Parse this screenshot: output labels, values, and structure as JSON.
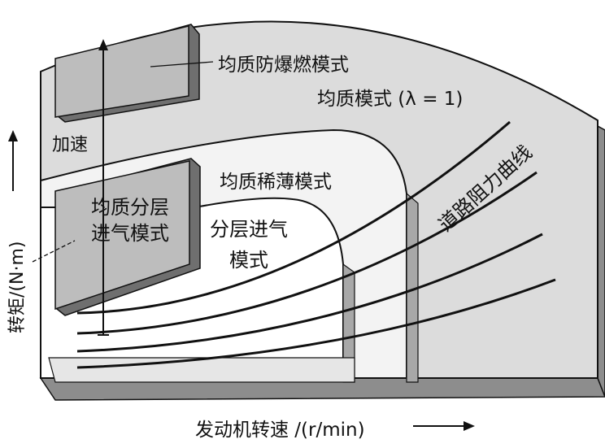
{
  "axes": {
    "x_label": "发动机转速 /(r/min)",
    "y_label": "转矩/(N·m)"
  },
  "regions": {
    "homogeneous_antiknock": "均质防爆燃模式",
    "homogeneous_lambda1": "均质模式 (λ = 1)",
    "homogeneous_lean": "均质稀薄模式",
    "stratified_part1": "分层进气",
    "stratified_part2": "模式",
    "homog_stratified_line1": "均质分层",
    "homog_stratified_line2": "进气模式"
  },
  "annotations": {
    "acceleration": "加速",
    "road_resistance": "道路阻力曲线"
  },
  "colors": {
    "face": "#dcdcdc",
    "side": "#9a9a9a",
    "inset_face": "#bdbdbd",
    "inset_side": "#6f6f6f",
    "white_region": "#ffffff",
    "ink": "#111111"
  },
  "icons": {
    "x_arrow": "arrow-right-icon",
    "y_arrow": "arrow-up-icon"
  }
}
